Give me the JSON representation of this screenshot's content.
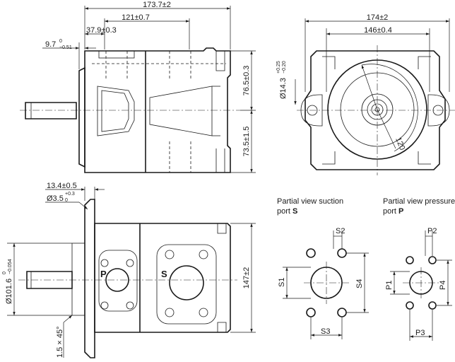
{
  "front_view": {
    "dim_total_length": "173.7±2",
    "dim_121": "121±0.7",
    "dim_37_9": "37.9±0.3",
    "dim_9_7": "9.7",
    "dim_9_7_tol_upper": "0",
    "dim_9_7_tol_lower": "−0.51",
    "dim_76_5": "76.5±0.3",
    "dim_73_5": "73.5±1.5"
  },
  "side_view": {
    "dim_width": "174±2",
    "dim_bolt_spacing": "146±0.4",
    "dim_bolt_hole": "Ø14.3",
    "dim_bolt_hole_tol_upper": "+0.25",
    "dim_bolt_hole_tol_lower": "−0.20",
    "dim_angle": "120"
  },
  "top_view": {
    "dim_13_4": "13.4±0.5",
    "dim_3_5": "Ø3.5",
    "dim_3_5_tol_upper": "+0.3",
    "dim_3_5_tol_lower": "0",
    "dim_pilot": "Ø101.6",
    "dim_pilot_tol_upper": "0",
    "dim_pilot_tol_lower": "−0.054",
    "dim_chamfer": "1.5 × 45°",
    "dim_height": "147±2",
    "label_pressure_port": "P",
    "label_suction_port": "S"
  },
  "partial_suction": {
    "title_line1": "Partial view suction",
    "title_line2": "port ",
    "title_letter": "S",
    "dim_s1": "S1",
    "dim_s2": "S2",
    "dim_s3": "S3",
    "dim_s4": "S4"
  },
  "partial_pressure": {
    "title_line1": "Partial view pressure",
    "title_line2": "port ",
    "title_letter": "P",
    "dim_p1": "P1",
    "dim_p2": "P2",
    "dim_p3": "P3",
    "dim_p4": "P4"
  }
}
